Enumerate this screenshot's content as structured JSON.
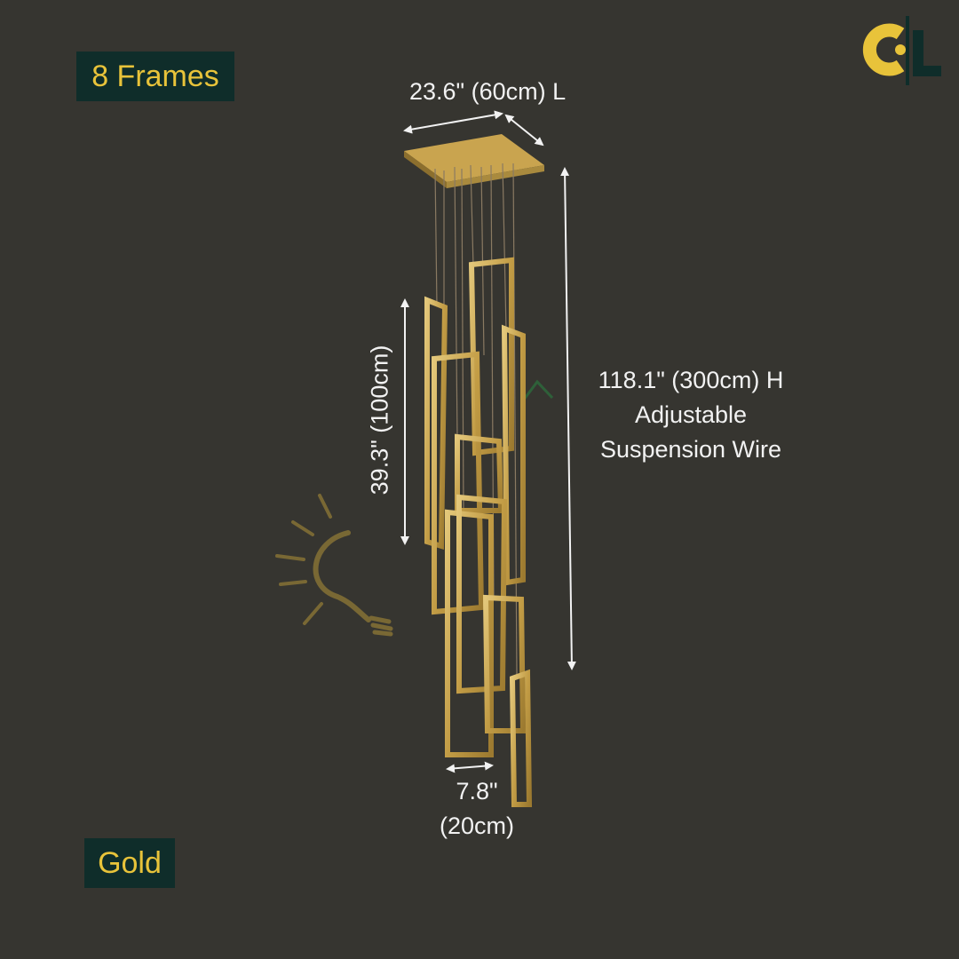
{
  "badges": {
    "frames": "8 Frames",
    "color": "Gold"
  },
  "dimensions": {
    "length": "23.6\" (60cm) L",
    "height_line1": "118.1\" (300cm) H",
    "height_line2": "Adjustable",
    "height_line3": "Suspension Wire",
    "frame_height": "39.3\" (100cm)",
    "frame_width_line1": "7.8\"",
    "frame_width_line2": "(20cm)"
  },
  "colors": {
    "background": "#363530",
    "badge_background": "#0f2d2a",
    "badge_text": "#e8c33a",
    "gold": "#c9a44f",
    "dimension_text": "#f2f2f2"
  },
  "icons": {
    "logo": "brand-logo-icon",
    "watermark": "light-bulb-watermark-icon",
    "product": "chandelier-image"
  }
}
